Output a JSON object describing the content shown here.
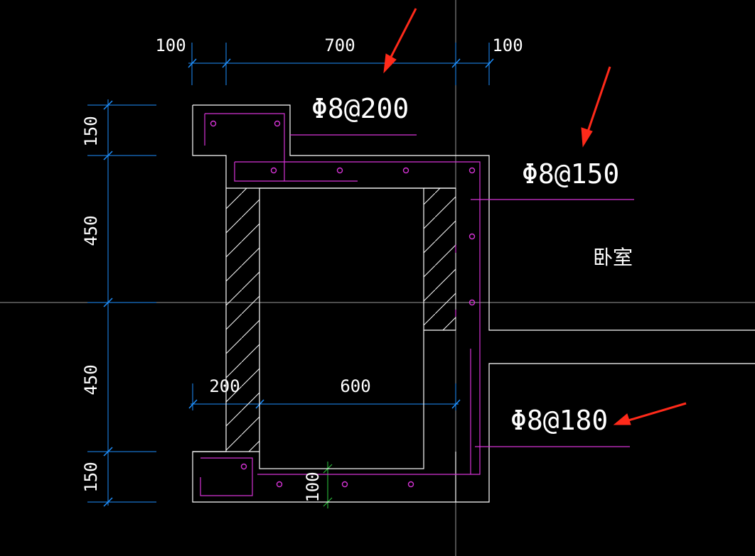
{
  "colors": {
    "background": "#000000",
    "outline": "#ffffff",
    "dimension": "#1e90ff",
    "rebar": "#d633d6",
    "crosshair": "#b0b0b0",
    "arrow": "#ff2a1a",
    "tick_green": "#2ecc40"
  },
  "dimensions": {
    "top_left": "100",
    "top_middle": "700",
    "top_right": "100",
    "left_1": "150",
    "left_2": "450",
    "left_3": "450",
    "left_4": "150",
    "inner_left": "200",
    "inner_width": "600",
    "bottom_thickness": "100"
  },
  "rebar_labels": {
    "top": "Φ8@200",
    "right_upper": "Φ8@150",
    "right_lower": "Φ8@180"
  },
  "room_label": "卧室",
  "icons": [
    "arrow-pointer-icon"
  ]
}
